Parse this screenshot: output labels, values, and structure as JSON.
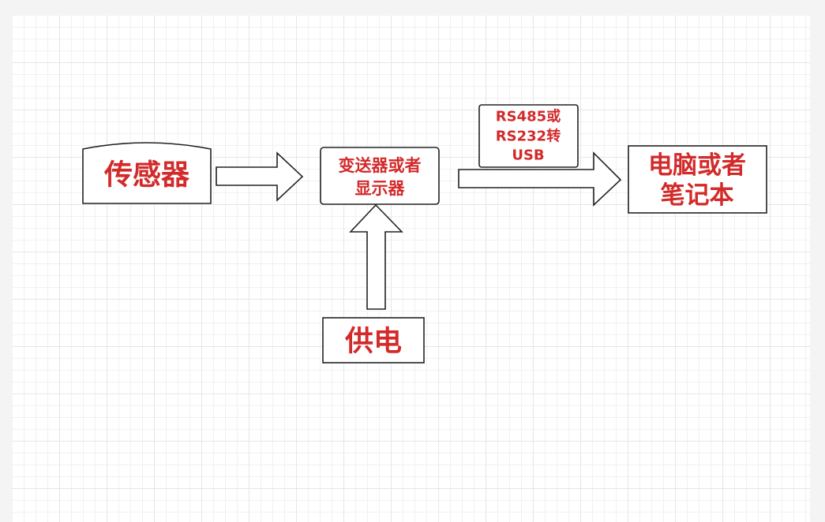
{
  "diagram": {
    "nodes": {
      "sensor": {
        "label": "传感器"
      },
      "transmitter": {
        "line1": "变送器或者",
        "line2": "显示器"
      },
      "power": {
        "label": "供电"
      },
      "computer": {
        "line1": "电脑或者",
        "line2": "笔记本"
      },
      "converter": {
        "line1": "RS485或",
        "line2": "RS232转",
        "line3": "USB"
      }
    },
    "edges": [
      {
        "from": "sensor",
        "to": "transmitter"
      },
      {
        "from": "power",
        "to": "transmitter"
      },
      {
        "from": "transmitter",
        "to": "computer"
      }
    ],
    "colors": {
      "label": "#d32a2a",
      "outline": "#222222",
      "grid_major": "#e6e6e6",
      "grid_minor": "#f1f1f1"
    }
  }
}
